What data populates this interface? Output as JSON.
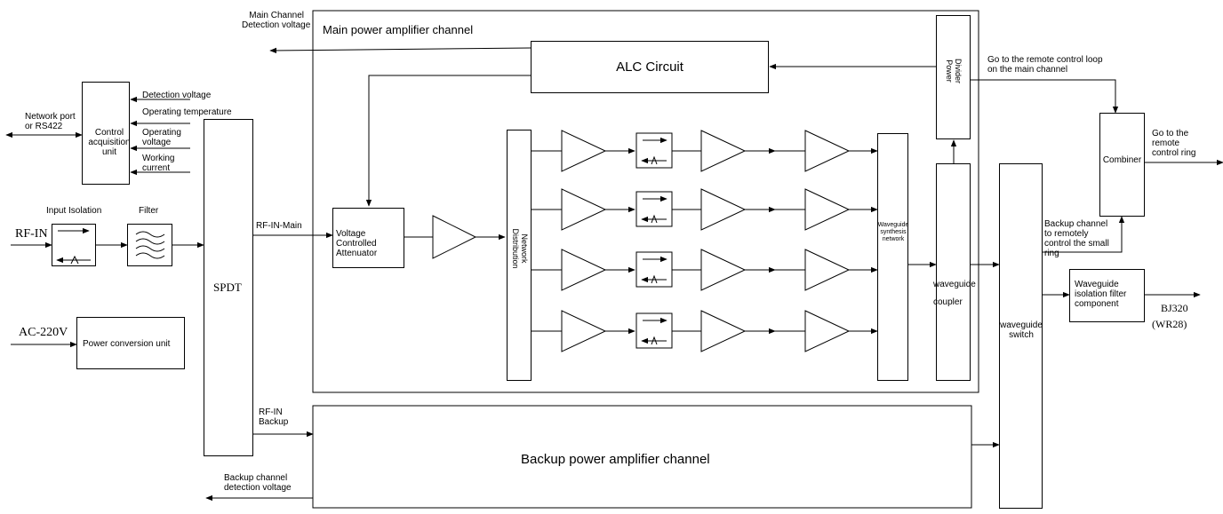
{
  "labels": {
    "main_channel": "Main power amplifier channel",
    "backup_channel": "Backup power amplifier channel",
    "alc_circuit": "ALC Circuit",
    "main_detection_voltage": [
      "Main Channel",
      "Detection voltage"
    ],
    "backup_detection_voltage": [
      "Backup channel",
      "detection voltage"
    ],
    "control_unit": [
      "Control",
      "acquisition",
      "unit"
    ],
    "network_port": [
      "Network port",
      "or RS422"
    ],
    "detection_voltage": "Detection voltage",
    "operating_temperature": "Operating temperature",
    "operating_voltage": [
      "Operating",
      "voltage"
    ],
    "working_current": [
      "Working",
      "current"
    ],
    "input_isolation": "Input Isolation",
    "filter": "Filter",
    "rf_in": "RF-IN",
    "ac_220v": "AC-220V",
    "power_conversion": "Power conversion unit",
    "spdt": "SPDT",
    "rf_in_main": "RF-IN-Main",
    "rf_in_backup": [
      "RF-IN",
      "Backup"
    ],
    "vca": [
      "Voltage",
      "Controlled",
      "Attenuator"
    ],
    "network_distribution": [
      "Network",
      "Distribution"
    ],
    "waveguide_synthesis": [
      "Waveguide",
      "synthesis",
      "network"
    ],
    "divider_power": [
      "Divider",
      "Power"
    ],
    "waveguide_coupler": [
      "waveguide",
      "coupler"
    ],
    "waveguide_switch": [
      "waveguide",
      "switch"
    ],
    "combiner": "Combiner",
    "remote_loop_main": [
      "Go to the remote control loop",
      "on the main channel"
    ],
    "remote_ring": [
      "Go to the",
      "remote",
      "control ring"
    ],
    "backup_remote_small_ring": [
      "Backup channel",
      "to remotely",
      "control the small",
      "ring"
    ],
    "isolation_filter": [
      "Waveguide",
      "isolation filter",
      "component"
    ],
    "bj320": "BJ320",
    "wr28": "(WR28)"
  },
  "amplifier_rows": 4
}
